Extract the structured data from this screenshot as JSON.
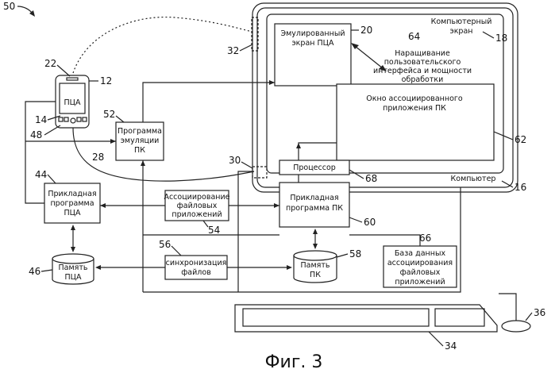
{
  "figure": {
    "caption": "Фиг. 3",
    "refs": {
      "r50": "50",
      "r22": "22",
      "r12": "12",
      "r14": "14",
      "r48": "48",
      "r32": "32",
      "r20": "20",
      "r64": "64",
      "r18": "18",
      "r52": "52",
      "r28": "28",
      "r30": "30",
      "r44": "44",
      "r68": "68",
      "r16": "16",
      "r62": "62",
      "r60": "60",
      "r54": "54",
      "r56": "56",
      "r66": "66",
      "r46": "46",
      "r58": "58",
      "r34": "34",
      "r36": "36"
    },
    "labels": {
      "pda": "ПЦА",
      "computer_screen": [
        "Компьютерный",
        "экран"
      ],
      "emulated_screen": [
        "Эмулированный",
        "экран ПЦА"
      ],
      "enhancement": [
        "Наращивание",
        "пользовательского",
        "интерфейса и мощности",
        "обработки"
      ],
      "assoc_window": [
        "Окно ассоциированного",
        "приложения ПК"
      ],
      "emulation_program": [
        "Программа",
        "эмуляции",
        "ПК"
      ],
      "processor": "Процессор",
      "computer": "Компьютер",
      "pda_app": [
        "Прикладная",
        "программа",
        "ПЦА"
      ],
      "file_assoc": [
        "Ассоциирование",
        "файловых",
        "приложений"
      ],
      "pc_app": [
        "Прикладная",
        "программа ПК"
      ],
      "pda_memory": [
        "Память",
        "ПЦА"
      ],
      "file_sync": [
        "синхронизация",
        "файлов"
      ],
      "pc_memory": [
        "Память",
        "ПК"
      ],
      "assoc_db": [
        "База данных",
        "ассоциирования",
        "файловых",
        "приложений"
      ]
    }
  }
}
